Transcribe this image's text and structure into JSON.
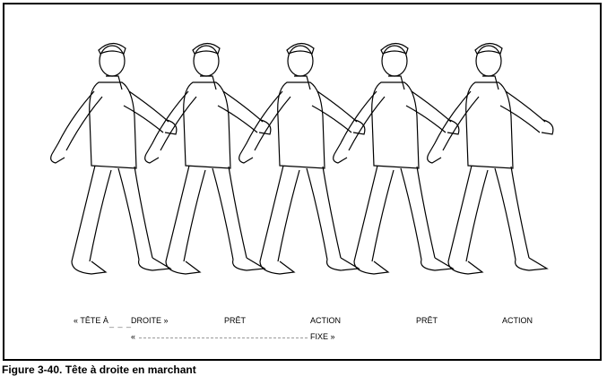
{
  "labels": {
    "tete_a": "« TÊTE À",
    "droite": "DROITE »",
    "pret1": "PRÊT",
    "action1": "ACTION",
    "pret2": "PRÊT",
    "action2": "ACTION",
    "open_quote": "«",
    "fixe": "FIXE »"
  },
  "caption": "Figure 3-40. Tête à droite en marchant"
}
